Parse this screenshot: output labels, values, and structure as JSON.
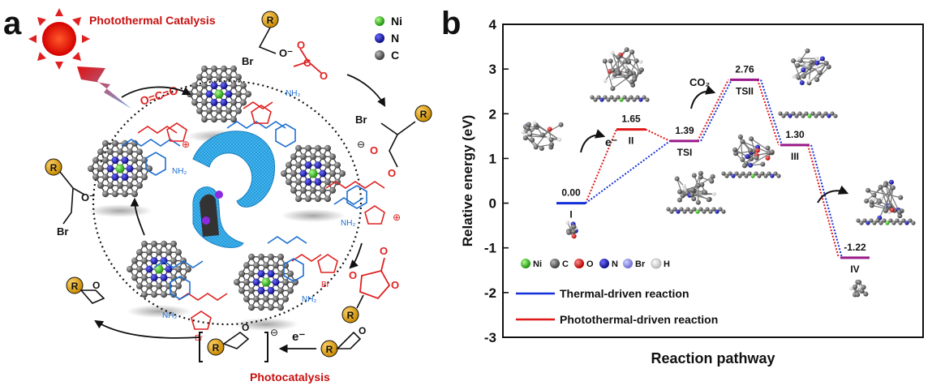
{
  "panel_a": {
    "letter": "a",
    "photothermal_label": "Photothermal Catalysis",
    "photocatalysis_label": "Photocatalysis",
    "legend": [
      {
        "label": "Ni",
        "color": "#3bbf1f"
      },
      {
        "label": "N",
        "color": "#1a1aa8"
      },
      {
        "label": "C",
        "color": "#555555"
      }
    ],
    "co2_label": "O=C=O",
    "electron_label": "e⁻",
    "nh2_label": "NH₂",
    "br_label": "Br",
    "r_label": "R",
    "o_label": "O",
    "o_minus": "O⁻",
    "charge_plus": "⊕",
    "charge_minus": "⊖"
  },
  "panel_b": {
    "letter": "b",
    "ylabel": "Relative energy (eV)",
    "xlabel": "Reaction pathway",
    "co2_label": "CO₂",
    "electron_label": "e⁻",
    "atom_legend": [
      {
        "label": "Ni",
        "color": "#7ed321"
      },
      {
        "label": "C",
        "color": "#8a8a8a"
      },
      {
        "label": "O",
        "color": "#e02020"
      },
      {
        "label": "N",
        "color": "#2a2ad0"
      },
      {
        "label": "Br",
        "color": "#9a9ae8"
      },
      {
        "label": "H",
        "color": "#f0f0f0"
      }
    ],
    "series_legend": [
      {
        "label": "Thermal-driven reaction",
        "color": "#1530d8"
      },
      {
        "label": "Photothermal-driven reaction",
        "color": "#e01818"
      }
    ]
  },
  "chart_data": {
    "type": "line",
    "ylim": [
      -3,
      4
    ],
    "yticks": [
      "-3",
      "-2",
      "-1",
      "0",
      "1",
      "2",
      "3",
      "4"
    ],
    "states": [
      {
        "name": "I",
        "value": 0.0,
        "label": "0.00",
        "color": "#1530d8"
      },
      {
        "name": "II",
        "value": 1.65,
        "label": "1.65",
        "color": "#e01818"
      },
      {
        "name": "TSI",
        "value": 1.39,
        "label": "1.39",
        "color": "#9a1a8a"
      },
      {
        "name": "TSII",
        "value": 2.76,
        "label": "2.76",
        "color": "#9a1a8a"
      },
      {
        "name": "III",
        "value": 1.3,
        "label": "1.30",
        "color": "#9a1a8a"
      },
      {
        "name": "IV",
        "value": -1.22,
        "label": "-1.22",
        "color": "#9a1a8a"
      }
    ]
  }
}
